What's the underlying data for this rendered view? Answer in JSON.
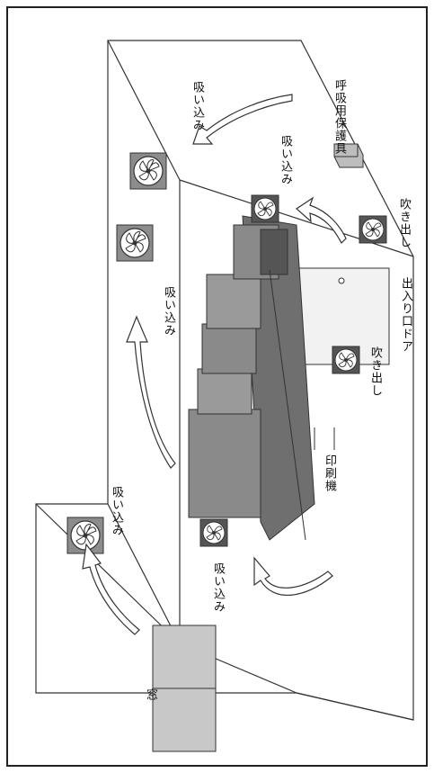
{
  "labels": {
    "suikomi_top_right": "吸い込み",
    "kokyuyo_hogogu": "呼吸用保護具",
    "suikomi_inner_top": "吸い込み",
    "fukidashi_right": "吹き出し",
    "suikomi_mid_left": "吸い込み",
    "deiriguchi_door": "出入り口ドア",
    "fukidashi_mid": "吹き出し",
    "insatsuki": "印刷機",
    "suikomi_lower_left": "吸い込み",
    "suikomi_bottom": "吸い込み",
    "mado": "窓"
  },
  "colors": {
    "line": "#333333",
    "machine_top": "#9a9a9a",
    "machine_side": "#6f6f6f",
    "machine_dark": "#555555",
    "window_fill": "#c8c8c8",
    "door_fill": "#f2f2f2",
    "fan_frame": "#8c8c8c"
  },
  "icons": [
    "fan-icon",
    "airflow-arrow-icon",
    "respirator-box-icon",
    "door-knob-icon"
  ]
}
